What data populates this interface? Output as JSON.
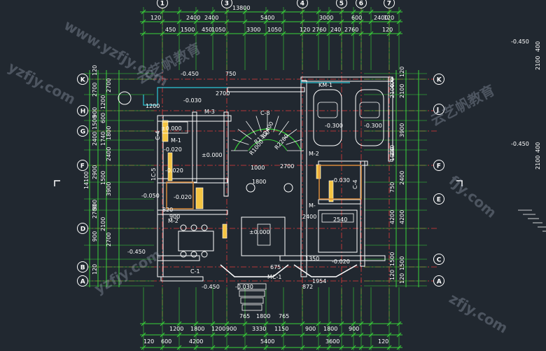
{
  "colors": {
    "background": "#212830",
    "dimension_line": "#39d53a",
    "axis_line": "#e23b3b",
    "wall": "#ffffff",
    "wall_fill": "#f5c542",
    "room_fill": "#d98a3a",
    "text": "#ffffff",
    "cyan_line": "#2ec7d8",
    "watermark": "#a0aab9"
  },
  "axes_top": [
    "1",
    "3",
    "4",
    "5",
    "6",
    "7"
  ],
  "axes_left": [
    "K",
    "H",
    "G",
    "F",
    "D",
    "B",
    "A"
  ],
  "axes_right": [
    "K",
    "J",
    "F",
    "E",
    "C",
    "A"
  ],
  "dims_top_total": "13800",
  "dims_top_row1": [
    "120",
    "2400",
    "2400",
    "5400",
    "3000",
    "600",
    "2400",
    "120"
  ],
  "dims_top_row2": [
    "450",
    "1500",
    "450",
    "1050",
    "3300",
    "1050",
    "120",
    "2760",
    "240",
    "2760",
    "120"
  ],
  "dims_bottom_row1": [
    "1200",
    "1800",
    "1200",
    "900",
    "3330",
    "1150",
    "900",
    "1800",
    "900"
  ],
  "dims_bottom_row2": [
    "120",
    "600",
    "4200",
    "5400",
    "3600",
    "120"
  ],
  "dims_bottom_stair": [
    "765",
    "1800",
    "765"
  ],
  "dims_left_total": "14100",
  "dims_left_col": [
    "120",
    "2700",
    "900",
    "1500",
    "2400",
    "2900",
    "900",
    "2700",
    "900",
    "120"
  ],
  "dims_left_inner": [
    "1200",
    "2700",
    "600",
    "1800",
    "1740",
    "2400",
    "1500",
    "3900",
    "2100",
    "2700"
  ],
  "dims_right_col": [
    "120",
    "2100",
    "3900",
    "2400",
    "4200",
    "1500",
    "120"
  ],
  "dims_right_inner": [
    "400",
    "2100",
    "280",
    "1900",
    "750",
    "4200",
    "1500",
    "120"
  ],
  "dims_right_edge": [
    "-0.450",
    "400",
    "2100",
    "-0.450",
    "400",
    "2100"
  ],
  "room_labels": {
    "km1": "KM-1",
    "m3": "M-3",
    "c8": "C-8",
    "mc1": "MC-1",
    "c1": "C-1",
    "c4": "C-4",
    "m2a": "M-2",
    "m2b": "M-2",
    "m_small": "M-",
    "c_small": "C-4",
    "ml1": "M-1",
    "c5": "1C-5"
  },
  "level_labels": {
    "l1": "-0.450",
    "l2": "-0.030",
    "l3": "-0.300",
    "l4": "-0.300",
    "l5": "±0.000",
    "l6": "-0.020",
    "l7": "-0.020",
    "l8": "±0.000",
    "l9": "-0.030",
    "l10": "±0.000",
    "l11": "-0.020",
    "l12": "-0.050",
    "l13": "-0.450",
    "l14": "-0.450",
    "l15": "-0.030",
    "l16": "-0.020"
  },
  "radius_labels": [
    "R2400",
    "R1000",
    "R2200",
    "R1300"
  ],
  "misc_dims": [
    "2700",
    "1000",
    "1800",
    "2540",
    "820",
    "2400",
    "900",
    "1350",
    "675",
    "872",
    "1954",
    "2700",
    "1200",
    "750"
  ],
  "watermarks": [
    "www.yzfjy.com",
    "云艺帆教育",
    "yzfjy.com",
    "云艺帆教育",
    "fjy.com",
    "zfjy.com",
    "yzfjy.com"
  ]
}
